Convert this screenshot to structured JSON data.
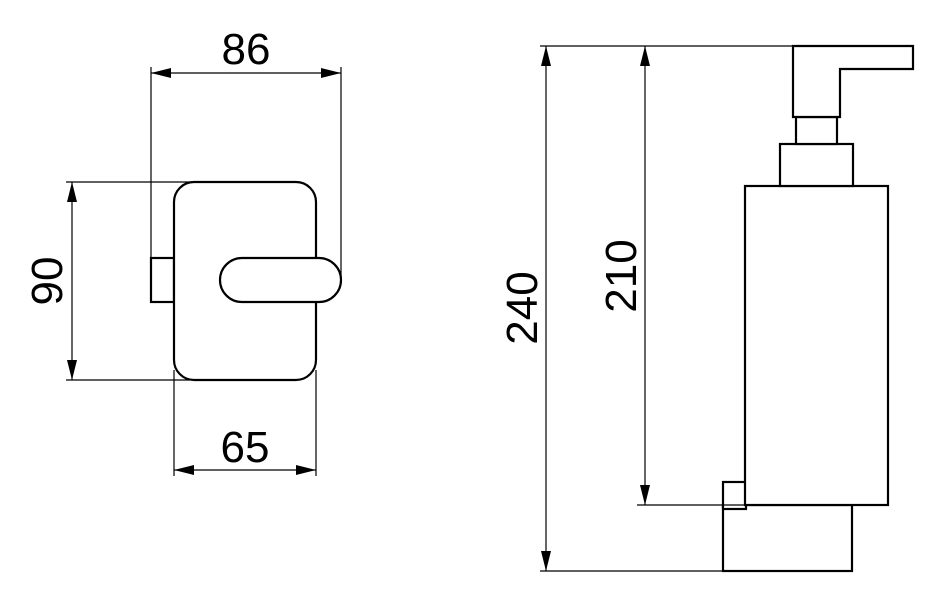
{
  "dimensions": {
    "top_view_width": "86",
    "top_view_depth": "90",
    "top_view_base_width": "65",
    "side_total_height": "240",
    "side_body_height": "210"
  }
}
